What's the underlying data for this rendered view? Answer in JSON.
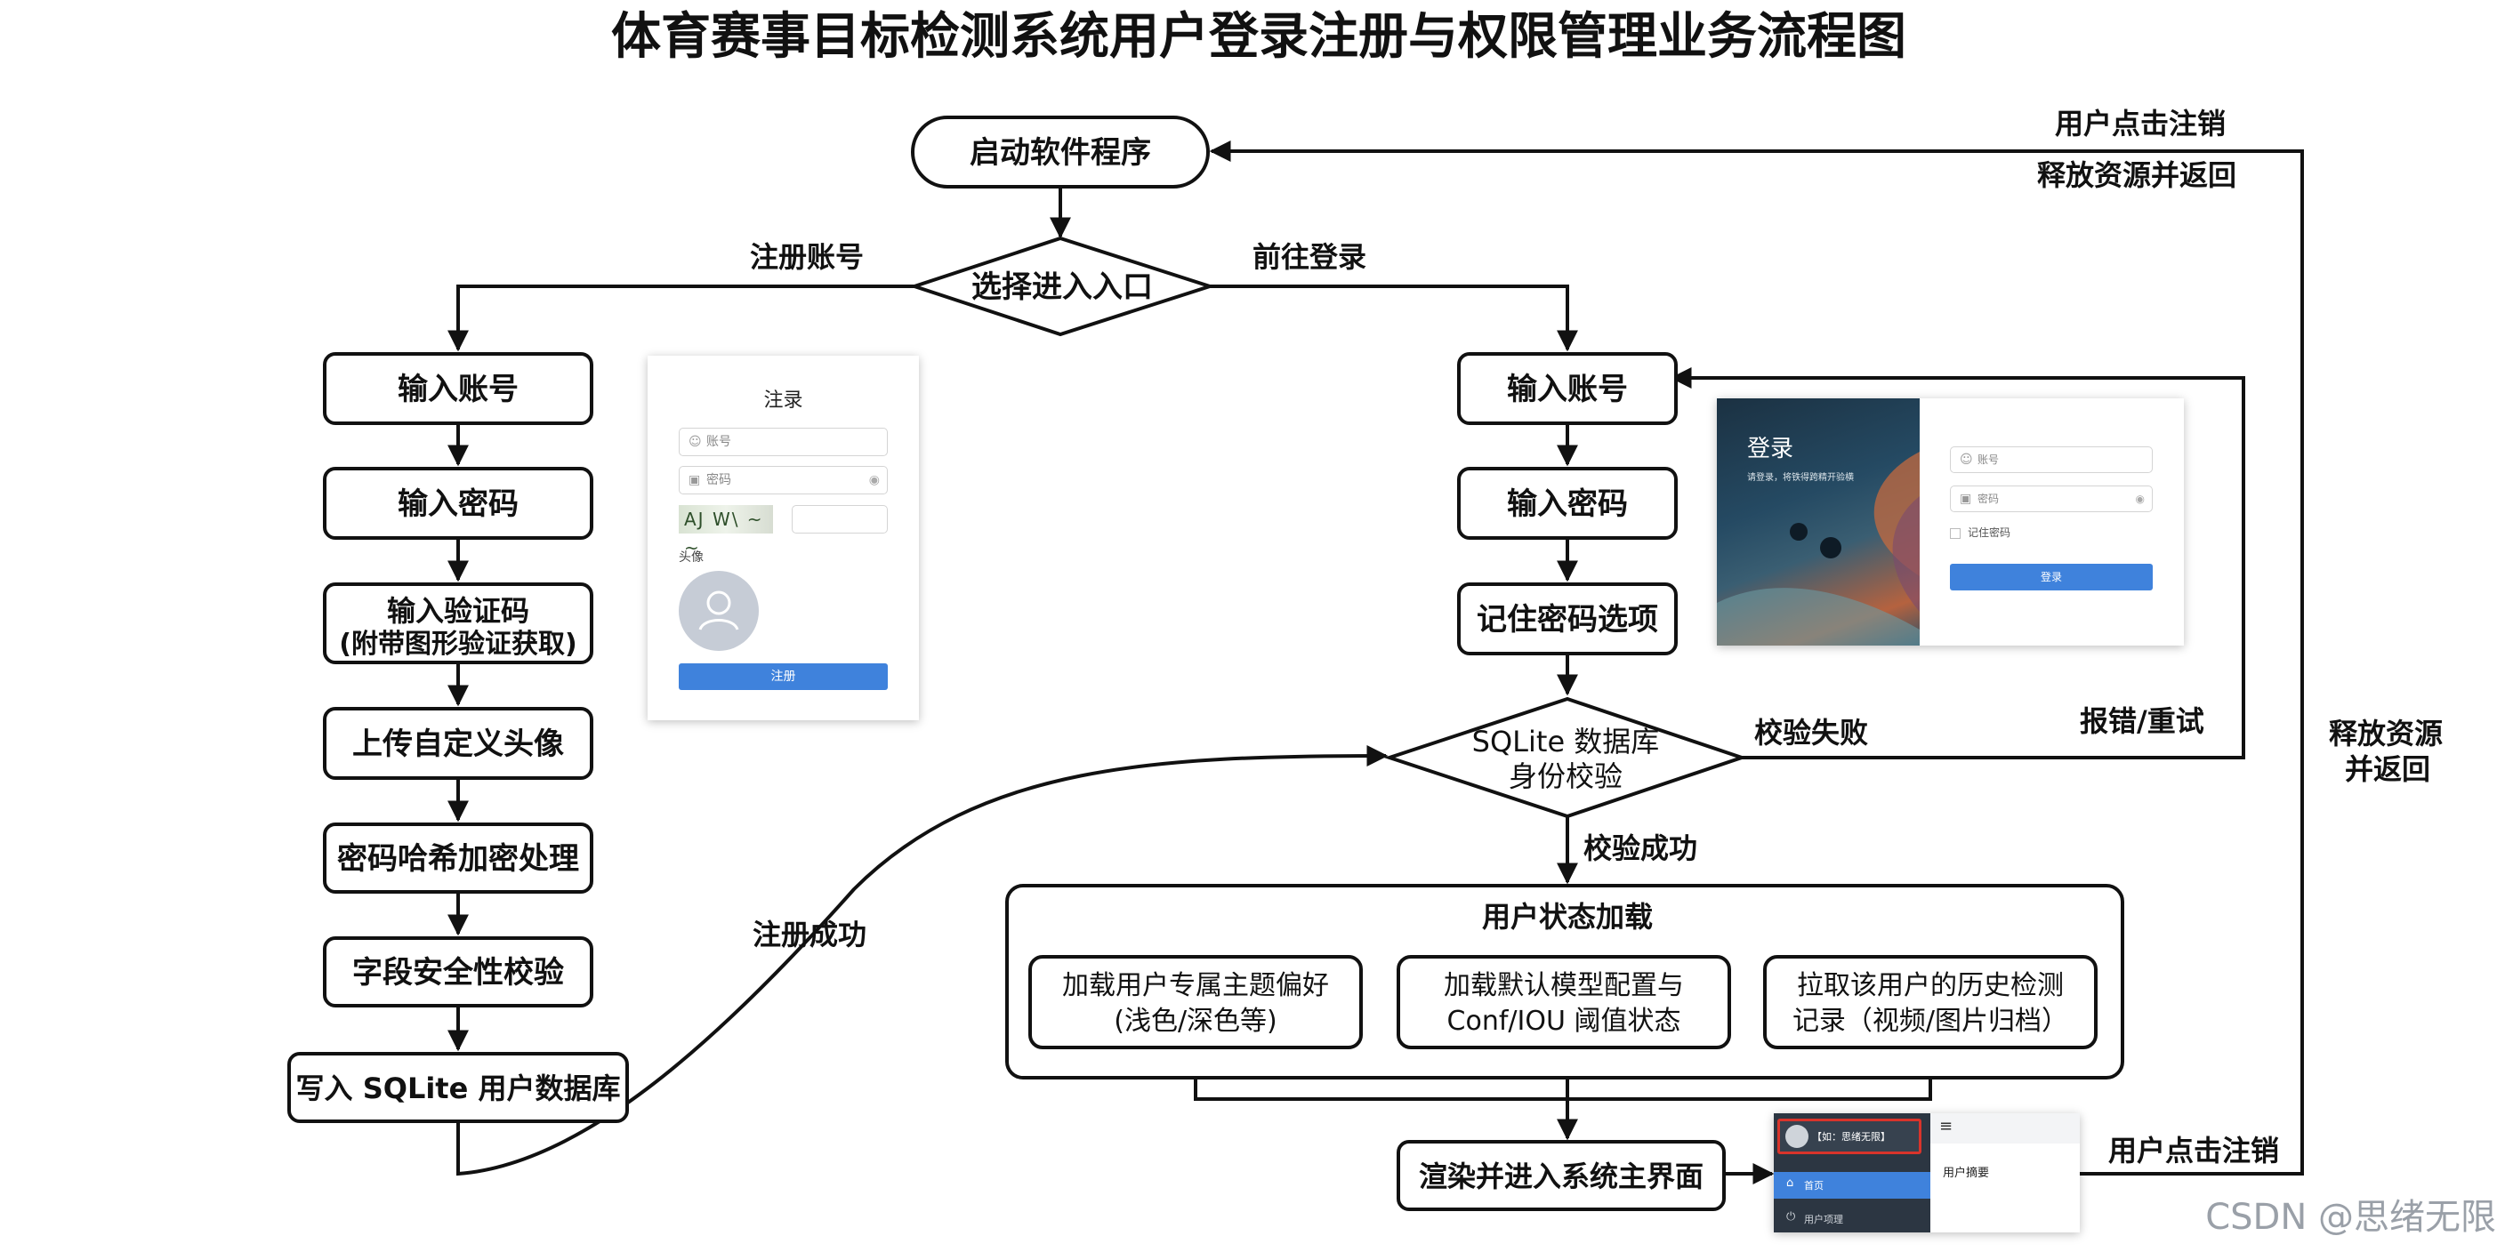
{
  "title": "体育赛事目标检测系统用户登录注册与权限管理业务流程图",
  "nodes": {
    "start": "启动软件程序",
    "choose": "选择进入入口",
    "reg_account": "输入账号",
    "reg_password": "输入密码",
    "reg_captcha_1": "输入验证码",
    "reg_captcha_2": "(附带图形验证获取)",
    "reg_avatar": "上传自定义头像",
    "reg_hash": "密码哈希加密处理",
    "reg_field_check": "字段安全性校验",
    "reg_write_db": "写入 SQLite 用户数据库",
    "login_account": "输入账号",
    "login_password": "输入密码",
    "login_remember": "记住密码选项",
    "verify_1": "SQLite 数据库",
    "verify_2": "身份校验",
    "state_title": "用户状态加载",
    "state_theme_1": "加载用户专属主题偏好",
    "state_theme_2": "(浅色/深色等)",
    "state_model_1": "加载默认模型配置与",
    "state_model_2": "Conf/IOU 阈值状态",
    "state_history_1": "拉取该用户的历史检测",
    "state_history_2": "记录（视频/图片归档）",
    "render_main": "渲染并进入系统主界面"
  },
  "edges": {
    "to_register": "注册账号",
    "to_login": "前往登录",
    "register_success": "注册成功",
    "verify_fail": "校验失败",
    "error_retry": "报错/重试",
    "verify_success": "校验成功",
    "logout_top_1": "用户点击注销",
    "logout_top_2": "释放资源并返回",
    "release_1": "释放资源",
    "release_2": "并返回",
    "logout_bottom": "用户点击注销"
  },
  "register_mock": {
    "title": "注录",
    "account_placeholder": "账号",
    "password_placeholder": "密码",
    "captcha_text": "AJ W\\ ~ ~",
    "avatar_label": "头像",
    "submit": "注册"
  },
  "login_mock": {
    "title": "登录",
    "subtitle": "请登录，将铁得跨精开验横",
    "account_placeholder": "账号",
    "password_placeholder": "密码",
    "remember": "记住密码",
    "submit": "登录"
  },
  "main_mock": {
    "user_badge": "【如：思绪无限】",
    "menu_icon": "≡",
    "nav_home": "首页",
    "nav_user": "用户项理",
    "panel_title": "用户摘要"
  },
  "watermark": "CSDN @思绪无限",
  "colors": {
    "line": "#111111",
    "accent_blue": "#3f82dc",
    "badge_red": "#d9342b"
  }
}
